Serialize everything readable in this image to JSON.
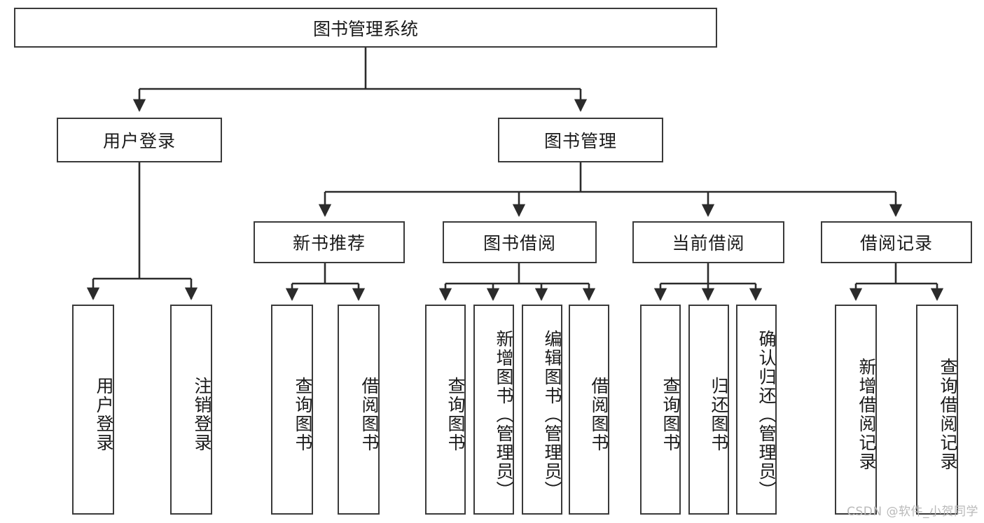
{
  "diagram": {
    "title": "图书管理系统",
    "type": "tree-hierarchy-chart",
    "root": {
      "label": "图书管理系统"
    },
    "level2": [
      {
        "label": "用户登录"
      },
      {
        "label": "图书管理"
      }
    ],
    "level3": [
      {
        "label": "新书推荐"
      },
      {
        "label": "图书借阅"
      },
      {
        "label": "当前借阅"
      },
      {
        "label": "借阅记录"
      }
    ],
    "leaves": [
      {
        "label": "用户登录",
        "parent": "用户登录"
      },
      {
        "label": "注销登录",
        "parent": "用户登录"
      },
      {
        "label": "查询图书",
        "parent": "新书推荐"
      },
      {
        "label": "借阅图书",
        "parent": "新书推荐"
      },
      {
        "label": "查询图书",
        "parent": "图书借阅"
      },
      {
        "label": "新增图书（管理员）",
        "parent": "图书借阅"
      },
      {
        "label": "编辑图书（管理员）",
        "parent": "图书借阅"
      },
      {
        "label": "借阅图书",
        "parent": "图书借阅"
      },
      {
        "label": "查询图书",
        "parent": "当前借阅"
      },
      {
        "label": "归还图书",
        "parent": "当前借阅"
      },
      {
        "label": "确认归还（管理员）",
        "parent": "当前借阅"
      },
      {
        "label": "新增借阅记录",
        "parent": "借阅记录"
      },
      {
        "label": "查询借阅记录",
        "parent": "借阅记录"
      }
    ]
  },
  "watermark": {
    "text": "CSDN @软件_小贺同学"
  },
  "colors": {
    "box_border": "#3a3a3a",
    "box_fill": "#ffffff",
    "connector": "#2b2b2b",
    "text": "#1a1a1a",
    "watermark": "#b9b9b9",
    "background": "#ffffff"
  }
}
